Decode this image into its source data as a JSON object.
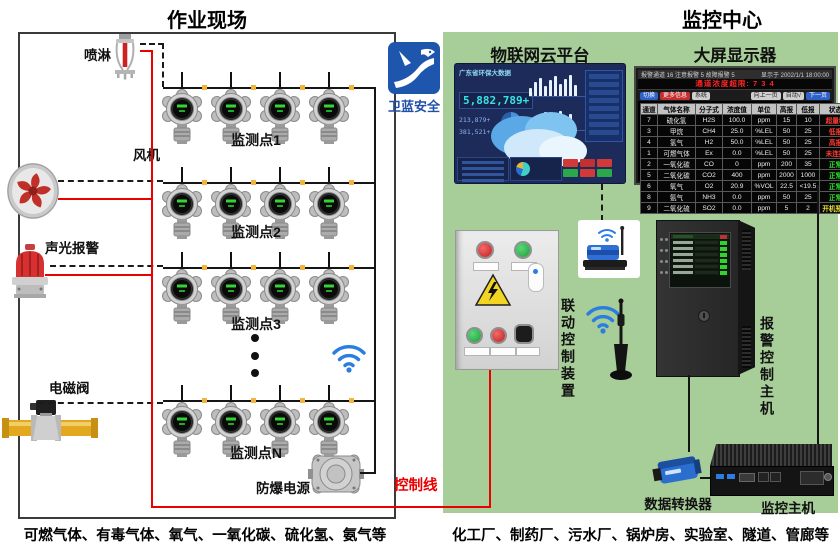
{
  "titles": {
    "site": "作业现场",
    "center": "监控中心"
  },
  "logo": {
    "name": "卫蓝安全"
  },
  "site": {
    "sprinkler_label": "喷淋",
    "fan_label": "风机",
    "alarm_label": "声光报警",
    "valve_label": "电磁阀",
    "power_label": "防爆电源",
    "monitor_rows": [
      {
        "label": "监测点1"
      },
      {
        "label": "监测点2"
      },
      {
        "label": "监测点3"
      },
      {
        "label": "监测点N"
      }
    ],
    "caption": "可燃气体、有毒气体、氧气、一氧化碳、硫化氢、氨气等"
  },
  "control_line_label": "控制线",
  "center": {
    "cloud_platform_label": "物联网云平台",
    "big_display_label": "大屏显示器",
    "linkage_cabinet_label": "联动控制装置",
    "alarm_host_label": "报警控制主机",
    "data_converter_label": "数据转换器",
    "monitor_pc_label": "监控主机",
    "caption": "化工厂、制药厂、污水厂、锅炉房、实验室、隧道、管廊等"
  },
  "cloud_dashboard": {
    "title": "广东省环保大数据",
    "metric_main": "5,882,789+",
    "metric_2": "213,879+",
    "metric_3": "381,521+",
    "bars_top": [
      8,
      14,
      18,
      10,
      16,
      20,
      12,
      17,
      21,
      11
    ],
    "bars_bottom": [
      12,
      7,
      15,
      18,
      9,
      14,
      19,
      11,
      16
    ]
  },
  "big_display": {
    "status_left": "报警通道 16  注意报警 5  故障报警 5",
    "status_right": "显示于 2002/1/1 18:00:00",
    "alert": "通道浓度超限: 7 3 4",
    "buttons": [
      "切换",
      "更多信息",
      "系统",
      "向上一页",
      "自动√",
      "下一页"
    ],
    "columns": [
      "通道",
      "气体名称",
      "分子式",
      "浓度值",
      "单位",
      "高报",
      "低报",
      "状态"
    ],
    "rows": [
      {
        "ch": "7",
        "name": "硫化氢",
        "formula": "H2S",
        "value": "100.0",
        "unit": "ppm",
        "high": "15",
        "low": "10",
        "status": "超量程",
        "level": "alarm"
      },
      {
        "ch": "3",
        "name": "甲烷",
        "formula": "CH4",
        "value": "25.0",
        "unit": "%LEL",
        "high": "50",
        "low": "25",
        "status": "低报",
        "level": "alarm"
      },
      {
        "ch": "4",
        "name": "氢气",
        "formula": "H2",
        "value": "50.0",
        "unit": "%LEL",
        "high": "50",
        "low": "25",
        "status": "高报",
        "level": "alarm"
      },
      {
        "ch": "1",
        "name": "可燃气体",
        "formula": "Ex",
        "value": "0.0",
        "unit": "%LEL",
        "high": "50",
        "low": "25",
        "status": "未连接",
        "level": "alarm"
      },
      {
        "ch": "2",
        "name": "一氧化碳",
        "formula": "CO",
        "value": "0",
        "unit": "ppm",
        "high": "200",
        "low": "35",
        "status": "正常",
        "level": "normal"
      },
      {
        "ch": "5",
        "name": "二氧化碳",
        "formula": "CO2",
        "value": "400",
        "unit": "ppm",
        "high": "2000",
        "low": "1000",
        "status": "正常",
        "level": "normal"
      },
      {
        "ch": "6",
        "name": "氧气",
        "formula": "O2",
        "value": "20.9",
        "unit": "%VOL",
        "high": "22.5",
        "low": "<19.5",
        "status": "正常",
        "level": "normal"
      },
      {
        "ch": "8",
        "name": "氨气",
        "formula": "NH3",
        "value": "0.0",
        "unit": "ppm",
        "high": "50",
        "low": "25",
        "status": "正常",
        "level": "normal"
      },
      {
        "ch": "9",
        "name": "二氧化硫",
        "formula": "SO2",
        "value": "0.0",
        "unit": "ppm",
        "high": "5",
        "low": "2",
        "status": "开机预热",
        "level": "warmup"
      }
    ]
  },
  "colors": {
    "alarm": "#ff3b30",
    "normal": "#2ee62e",
    "warmup": "#e8e23c",
    "accent_red": "#e90000",
    "panel_green": "#a7cd99",
    "logo_blue": "#1e56ad"
  }
}
